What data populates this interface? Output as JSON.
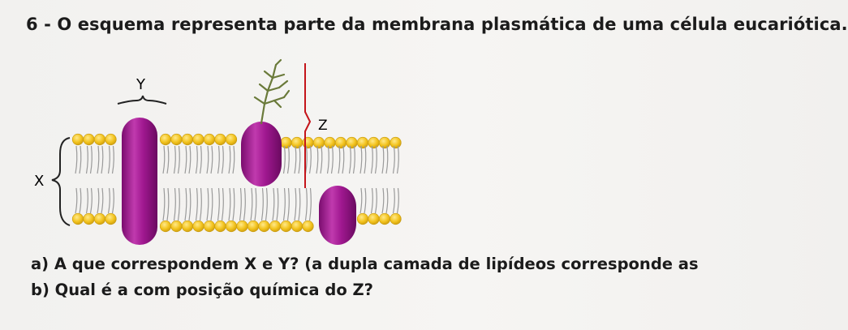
{
  "question": {
    "title": "6 - O esquema representa parte da membrana plasmática de uma célula eucariótica.",
    "part_a": "a) A que correspondem X e Y? (a dupla camada de lipídeos corresponde as",
    "part_b": "b) Qual é a com posição química do Z?"
  },
  "figure": {
    "label_x": "X",
    "label_y": "Y",
    "label_z": "Z"
  },
  "colors": {
    "lipid_head": "#f2c21b",
    "lipid_head_edge": "#c79a10",
    "protein": "#a01890",
    "glycan": "#6a7a3a"
  }
}
